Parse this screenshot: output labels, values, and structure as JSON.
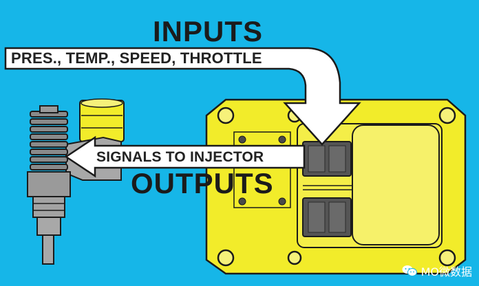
{
  "diagram": {
    "inputs_title": "INPUTS",
    "inputs_arrow_label": "PRES., TEMP., SPEED, THROTTLE",
    "outputs_title": "OUTPUTS",
    "outputs_arrow_label": "SIGNALS TO INJECTOR"
  },
  "watermark": {
    "text": "MO微数据"
  },
  "colors": {
    "background": "#16b6e8",
    "module_fill": "#f2ec2a",
    "connector_fill": "#555555",
    "arrow_fill": "#ffffff",
    "injector_body": "#9a9a9a",
    "solenoid": "#f2ec2a"
  }
}
